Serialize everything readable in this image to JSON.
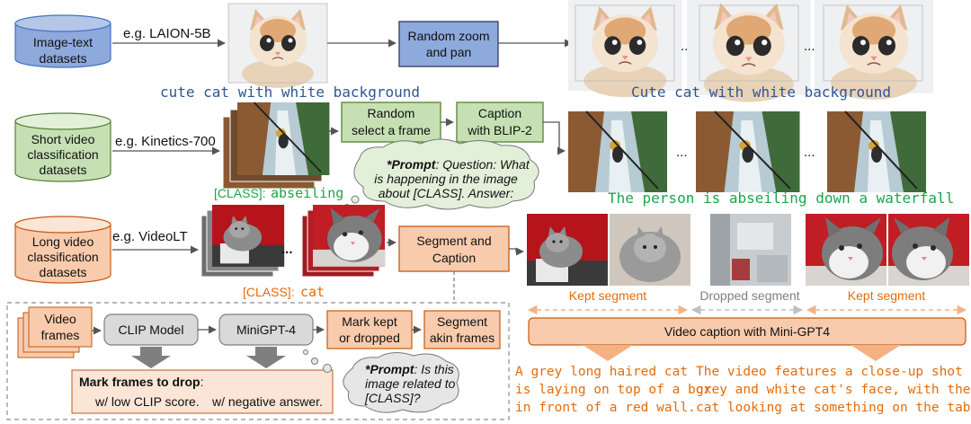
{
  "row1": {
    "source": [
      "Image-text",
      "datasets"
    ],
    "example": "e.g. LAION-5B",
    "step": [
      "Random zoom",
      "and pan"
    ],
    "caption_in": "cute cat with white background",
    "caption_out": "Cute cat with white background",
    "ellipsis": "..."
  },
  "row2": {
    "source": [
      "Short video",
      "classification",
      "datasets"
    ],
    "example": "e.g. Kinetics-700",
    "step1": [
      "Random",
      "select a frame"
    ],
    "step2": [
      "Caption",
      "with BLIP-2"
    ],
    "class_tag": "[CLASS]:",
    "class_value": "abseiling",
    "prompt_bold": "*Prompt",
    "prompt_lines": [
      ": Question: What",
      "is happening in the image",
      "about [CLASS]. Answer:"
    ],
    "caption_out": "The person is abseiling down a waterfall",
    "ellipsis": "..."
  },
  "row3": {
    "source": [
      "Long video",
      "classification",
      "datasets"
    ],
    "example": "e.g. VideoLT",
    "step": [
      "Segment and",
      "Caption"
    ],
    "class_tag": "[CLASS]:",
    "class_value": "cat",
    "kept1": "Kept segment",
    "dropped": "Dropped segment",
    "kept2": "Kept segment",
    "caption_bar": "Video caption with Mini-GPT4",
    "caption1": [
      "A grey long haired cat",
      "is laying on top of a box",
      "in front of a red wall."
    ],
    "caption2": [
      "The video features a close-up shot of a",
      "grey and white cat's face, with the",
      "cat looking at something on the table."
    ],
    "ellipsis": "..."
  },
  "detail": {
    "frames": [
      "Video",
      "frames"
    ],
    "clip": "CLIP Model",
    "minigpt": "MiniGPT-4",
    "mark": [
      "Mark kept",
      "or dropped"
    ],
    "segment": [
      "Segment",
      "akin frames"
    ],
    "drop_title": "Mark frames to drop",
    "drop_colon": ":",
    "drop_reason1": "w/ low CLIP score.",
    "drop_reason2": "w/ negative answer.",
    "prompt_bold": "*Prompt",
    "prompt_lines": [
      ": Is this",
      "image related to",
      "[CLASS]?"
    ]
  },
  "colors": {
    "blue_fill": "#8ea9db",
    "blue_dark": "#4472c4",
    "green_fill": "#c6e0b4",
    "green_dark": "#548235",
    "orange_fill": "#f8cbad",
    "orange_dark": "#c55a11",
    "grey_fill": "#d9d9d9",
    "caption_blue": "#2f5597",
    "caption_green": "#1aa64a",
    "caption_orange": "#e46c0a"
  }
}
